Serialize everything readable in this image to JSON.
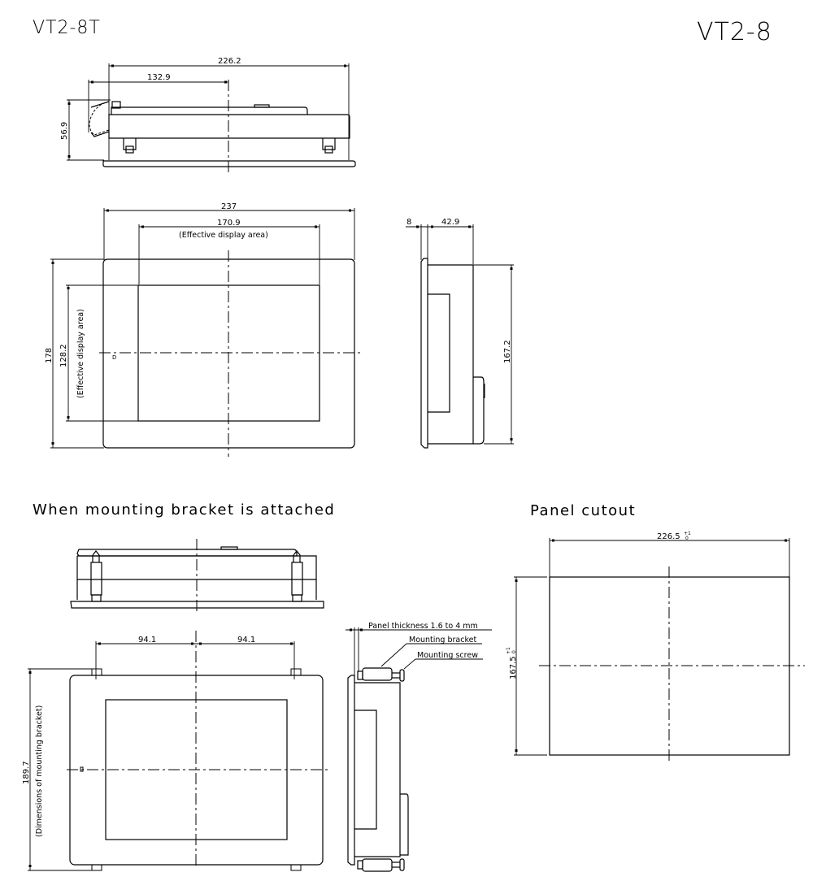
{
  "header": {
    "model_left": "VT2-8T",
    "model_right": "VT2-8"
  },
  "top_side_view": {
    "overall_width": "226.2",
    "center_offset": "132.9",
    "height": "56.9"
  },
  "front_view": {
    "width": "237",
    "height": "178",
    "display_width": "170.9",
    "display_width_note": "(Effective display area)",
    "display_height": "128.2",
    "display_height_note": "(Effective display area)",
    "marker": "D"
  },
  "side_view": {
    "panel_thickness": "8",
    "depth": "42.9",
    "height": "167.2"
  },
  "bracket_section": {
    "title": "When mounting bracket is attached",
    "left_spacing": "94.1",
    "right_spacing": "94.1",
    "bracket_height": "189.7",
    "bracket_height_note": "(Dimensions of mounting bracket)",
    "callouts": {
      "panel_thickness": "Panel thickness 1.6 to 4 mm",
      "mounting_bracket": "Mounting bracket",
      "mounting_screw": "Mounting screw"
    }
  },
  "panel_cutout": {
    "title": "Panel cutout",
    "width": "226.5",
    "width_tolerance": "+1 / 0",
    "width_tol_upper": "+1",
    "width_tol_lower": "0",
    "height": "167.5",
    "height_tolerance": "+1 / 0",
    "height_tol_upper": "+1",
    "height_tol_lower": "0"
  }
}
